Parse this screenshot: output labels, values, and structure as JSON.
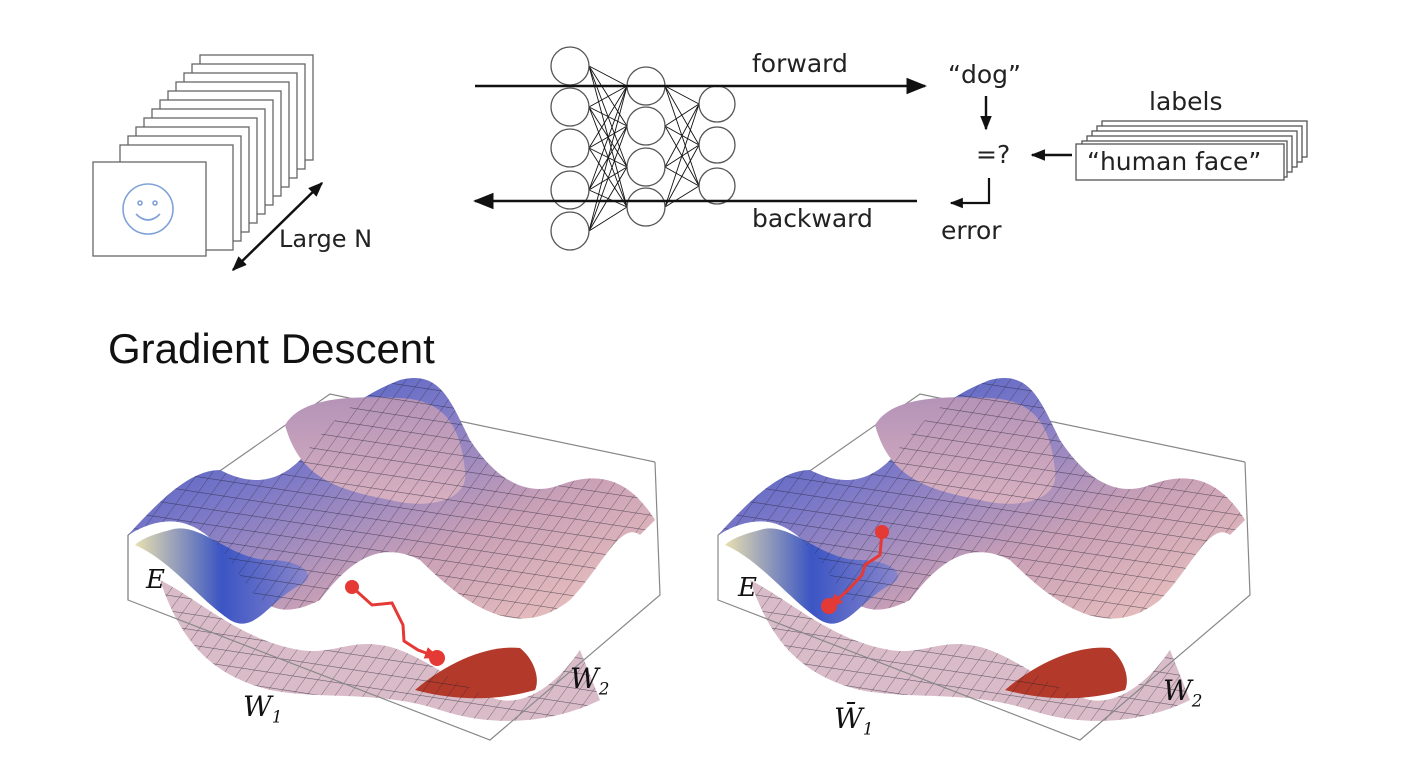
{
  "training": {
    "dataset_label": "Large N",
    "forward_label": "forward",
    "backward_label": "backward",
    "prediction": "“dog”",
    "compare": "=?",
    "error_label": "error",
    "labels_title": "labels",
    "label_value": "“human face”"
  },
  "section": {
    "title": "Gradient Descent"
  },
  "surfaces": [
    {
      "z_label": "E",
      "x_label": "W",
      "x_sub": "1",
      "y_label": "W",
      "y_sub": "2"
    },
    {
      "z_label": "E",
      "x_label": "W̄",
      "x_sub": "1",
      "y_label": "W",
      "y_sub": "2"
    }
  ],
  "colors": {
    "descent_path": "#e53935",
    "surface_low": "#2f4fbf",
    "surface_high": "#c9a0b6",
    "surface_peak": "#b33a2a",
    "surface_saddle": "#e8e0b0"
  }
}
